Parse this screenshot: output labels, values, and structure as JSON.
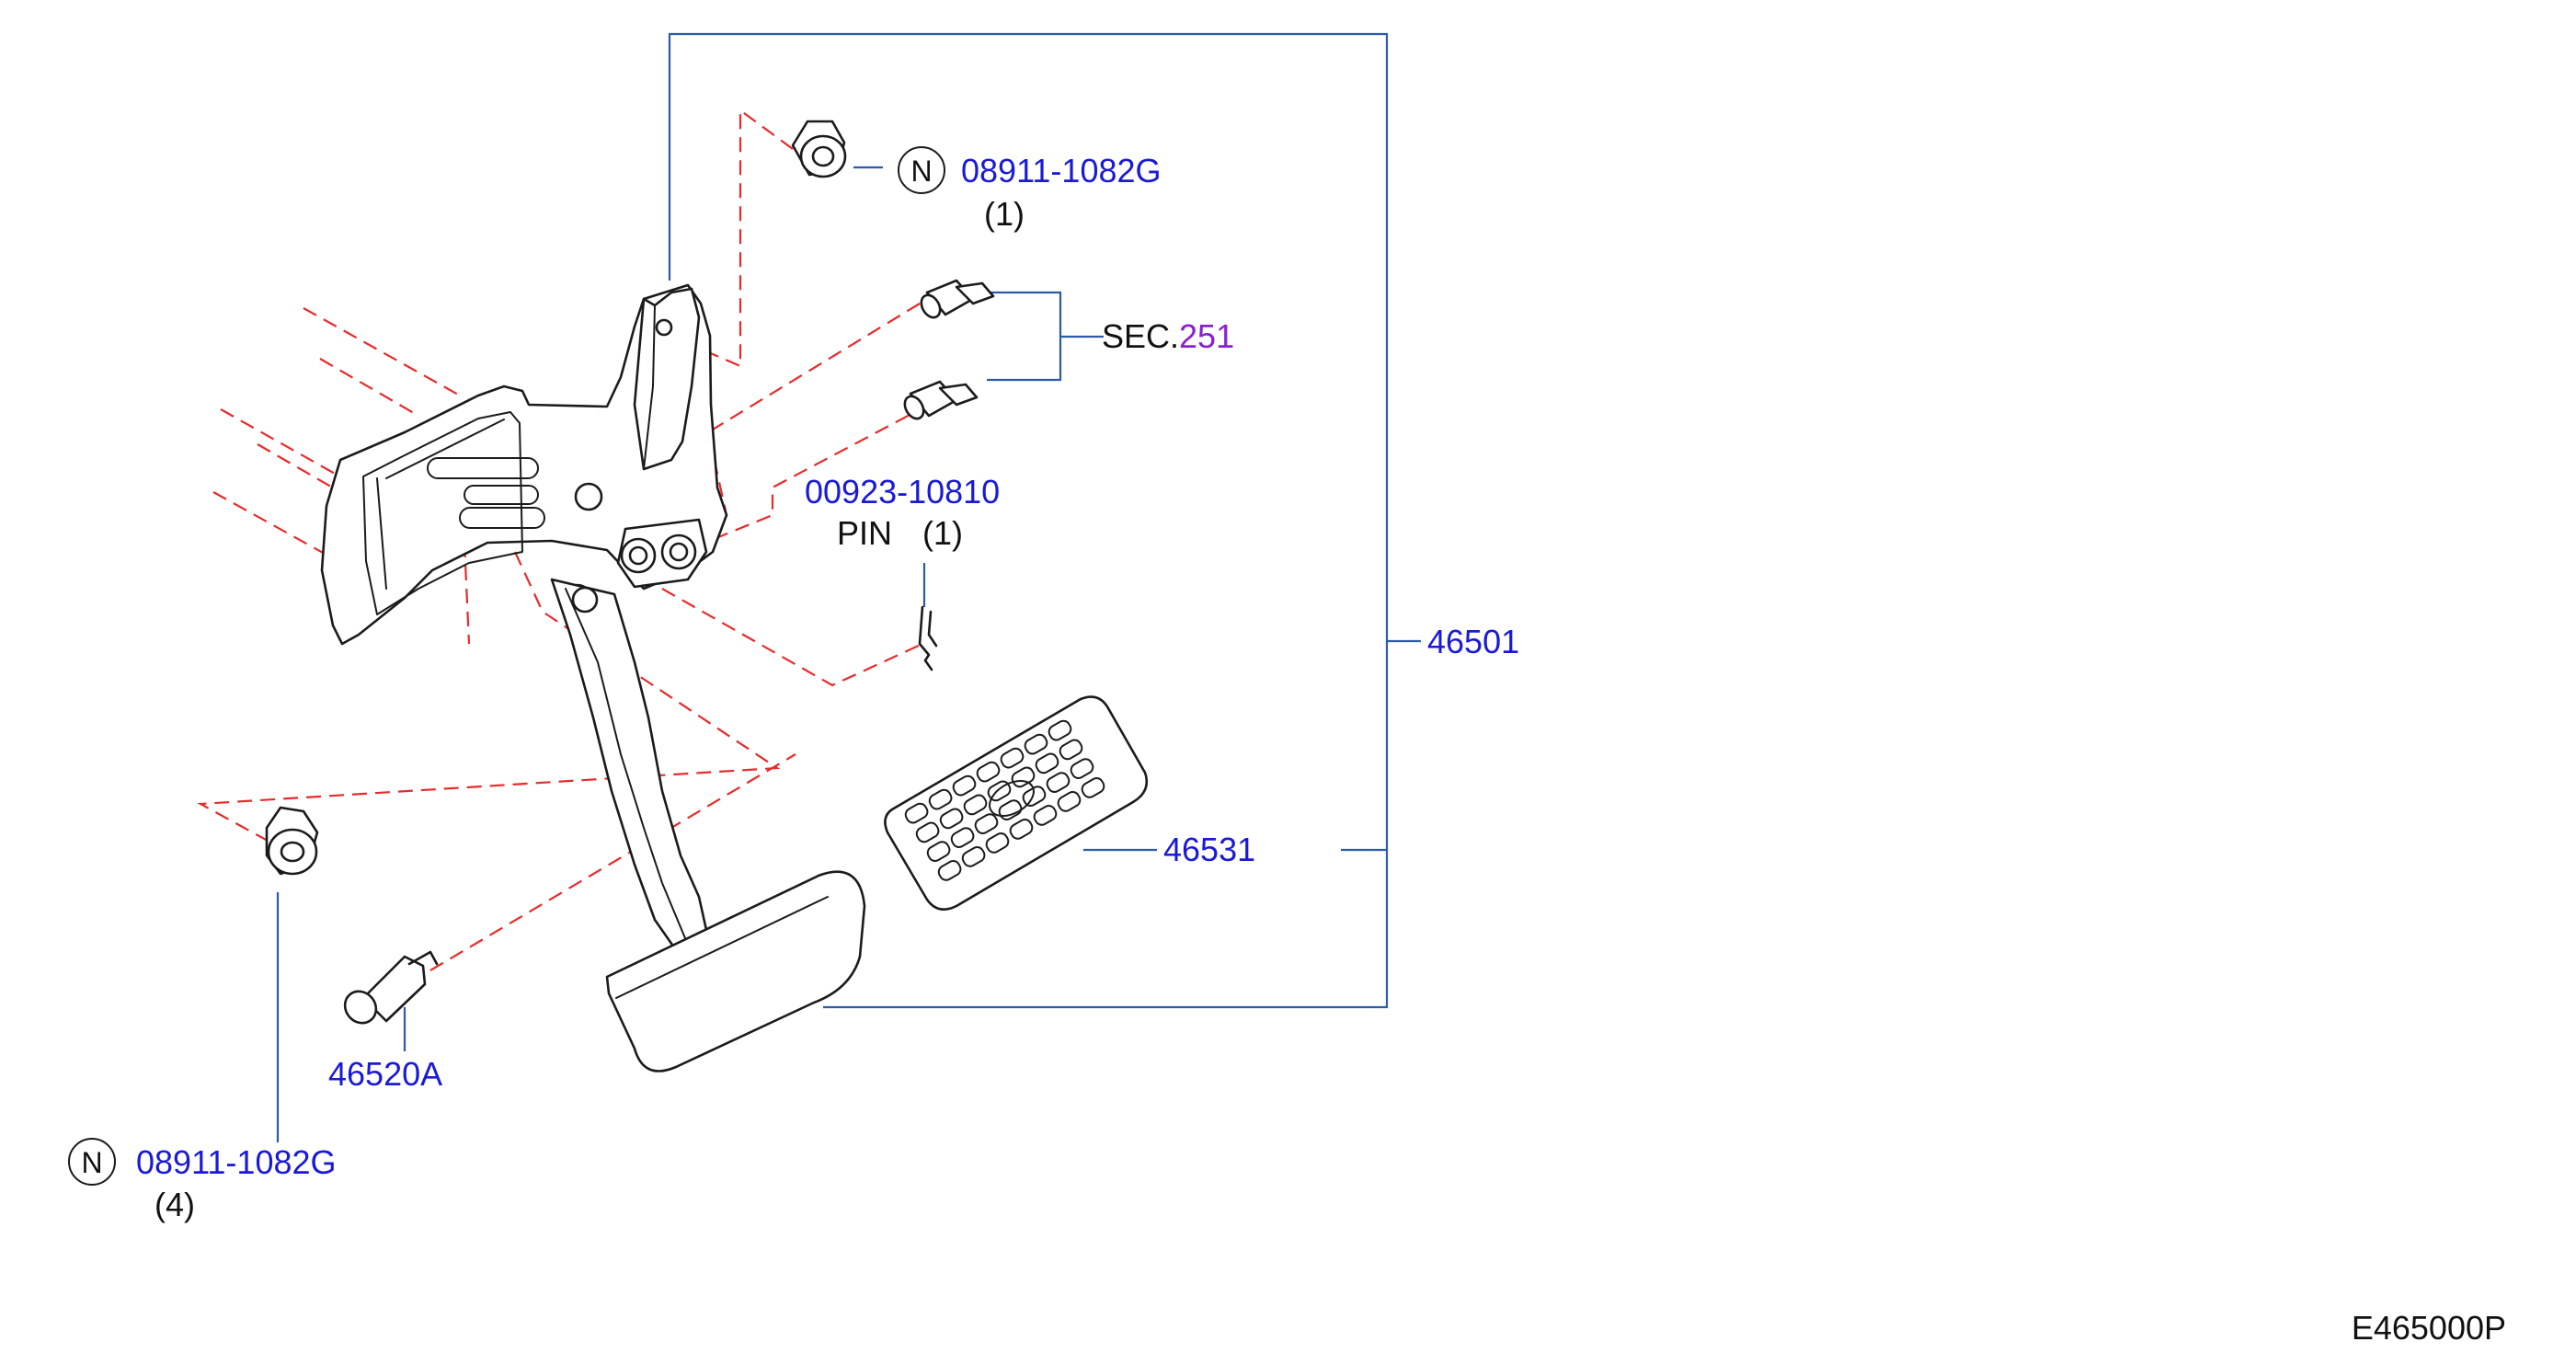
{
  "labels": {
    "nut_top_part": "08911-1082G",
    "nut_top_qty": "(1)",
    "nut_top_mark": "N",
    "switch_ref_prefix": "SEC.",
    "switch_ref_num": "251",
    "pin_part": "00923-10810",
    "pin_name": "PIN",
    "pin_qty": "(1)",
    "assembly_part": "46501",
    "pad_part": "46531",
    "stopper_part": "46520A",
    "nut_bottom_part": "08911-1082G",
    "nut_bottom_qty": "(4)",
    "nut_bottom_mark": "N",
    "diagram_id": "E465000P"
  },
  "colors": {
    "part_number": "#1a1ad6",
    "section_number": "#8a1fd0",
    "leader_line": "#2b5aa8",
    "phantom_line": "#e62b2b",
    "outline": "#1b1b1b"
  }
}
